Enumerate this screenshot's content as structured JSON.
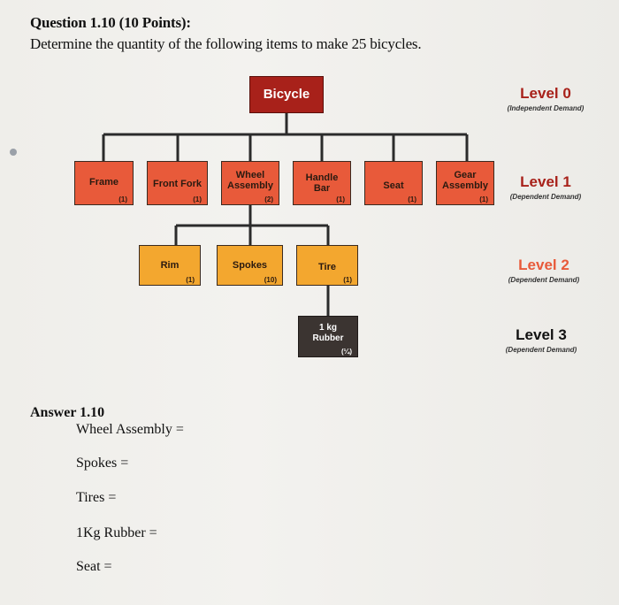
{
  "question": {
    "title": "Question 1.10 (10 Points):",
    "text": "Determine the quantity of the following items to make 25 bicycles."
  },
  "tree": {
    "root": {
      "label": "Bicycle"
    },
    "level1": [
      {
        "label": "Frame",
        "qty": "(1)"
      },
      {
        "label": "Front Fork",
        "qty": "(1)"
      },
      {
        "label": "Wheel Assembly",
        "qty": "(2)"
      },
      {
        "label": "Handle Bar",
        "qty": "(1)"
      },
      {
        "label": "Seat",
        "qty": "(1)"
      },
      {
        "label": "Gear Assembly",
        "qty": "(1)"
      }
    ],
    "level2": [
      {
        "label": "Rim",
        "qty": "(1)"
      },
      {
        "label": "Spokes",
        "qty": "(10)"
      },
      {
        "label": "Tire",
        "qty": "(1)"
      }
    ],
    "level3": [
      {
        "label": "1 kg Rubber",
        "qty": "(¼)"
      }
    ]
  },
  "levels": [
    {
      "name": "Level 0",
      "type": "(Independent Demand)"
    },
    {
      "name": "Level 1",
      "type": "(Dependent Demand)"
    },
    {
      "name": "Level 2",
      "type": "(Dependent Demand)"
    },
    {
      "name": "Level 3",
      "type": "(Dependent Demand)"
    }
  ],
  "colors": {
    "root": "#a8211a",
    "level1": "#e85a3a",
    "level2": "#f3a72f",
    "level3": "#3b3431",
    "level2_label": "#e85a3a"
  },
  "answer": {
    "title": "Answer 1.10",
    "lines": [
      "Wheel Assembly =",
      "Spokes =",
      "Tires =",
      "1Kg Rubber =",
      "Seat ="
    ]
  }
}
